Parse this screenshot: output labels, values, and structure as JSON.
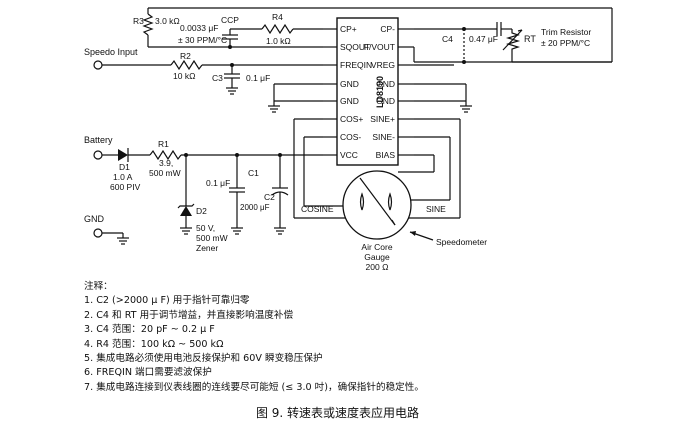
{
  "ic": {
    "name": "LD8190",
    "pins_left": [
      "CP+",
      "SQOUT",
      "FREQIN",
      "GND",
      "GND",
      "COS+",
      "COS-",
      "VCC"
    ],
    "pins_right": [
      "CP-",
      "F/VOUT",
      "VREG",
      "GND",
      "GND",
      "SINE+",
      "SINE-",
      "BIAS"
    ]
  },
  "components": {
    "r3": {
      "ref": "R3",
      "value": "3.0 kΩ"
    },
    "ccp": {
      "ref": "CCP",
      "value": "0.0033 μF",
      "tol": "± 30 PPM/°C"
    },
    "r4": {
      "ref": "R4",
      "value": "1.0 kΩ"
    },
    "c4": {
      "ref": "C4",
      "value": "0.47 μF"
    },
    "rt": {
      "ref": "RT",
      "title": "Trim Resistor",
      "tol": "± 20 PPM/°C"
    },
    "r2": {
      "ref": "R2",
      "value": "10 kΩ"
    },
    "c3": {
      "ref": "C3",
      "value": "0.1 μF"
    },
    "r1": {
      "ref": "R1",
      "value": "3.9,",
      "power": "500 mW"
    },
    "d1": {
      "ref": "D1",
      "rating": "1.0 A",
      "piv": "600 PIV"
    },
    "c1": {
      "ref": "C1",
      "value": "0.1 μF"
    },
    "c2": {
      "ref": "C2",
      "value": "2000 μF"
    },
    "d2": {
      "ref": "D2",
      "volt": "50 V,",
      "power": "500 mW",
      "type": "Zener"
    }
  },
  "labels": {
    "speedo_input": "Speedo Input",
    "battery": "Battery",
    "gnd": "GND",
    "cosine": "COSINE",
    "sine": "SINE",
    "speedometer": "Speedometer",
    "gauge": [
      "Air Core",
      "Gauge",
      "200 Ω"
    ]
  },
  "notes": {
    "title": "注释：",
    "items": [
      "1. C2 (>2000 μ F) 用于指针可靠归零",
      "2. C4 和 RT 用于调节增益，并直接影响温度补偿",
      "3. C4 范围：20 pF ~ 0.2 μ F",
      "4. R4 范围：100 kΩ ~ 500 kΩ",
      "5. 集成电路必须使用电池反接保护和 60V 瞬变稳压保护",
      "6. FREQIN 端口需要滤波保护",
      "7. 集成电路连接到仪表线圈的连线要尽可能短 (≤ 3.0 吋)，确保指针的稳定性。"
    ]
  },
  "caption": "图 9. 转速表或速度表应用电路"
}
